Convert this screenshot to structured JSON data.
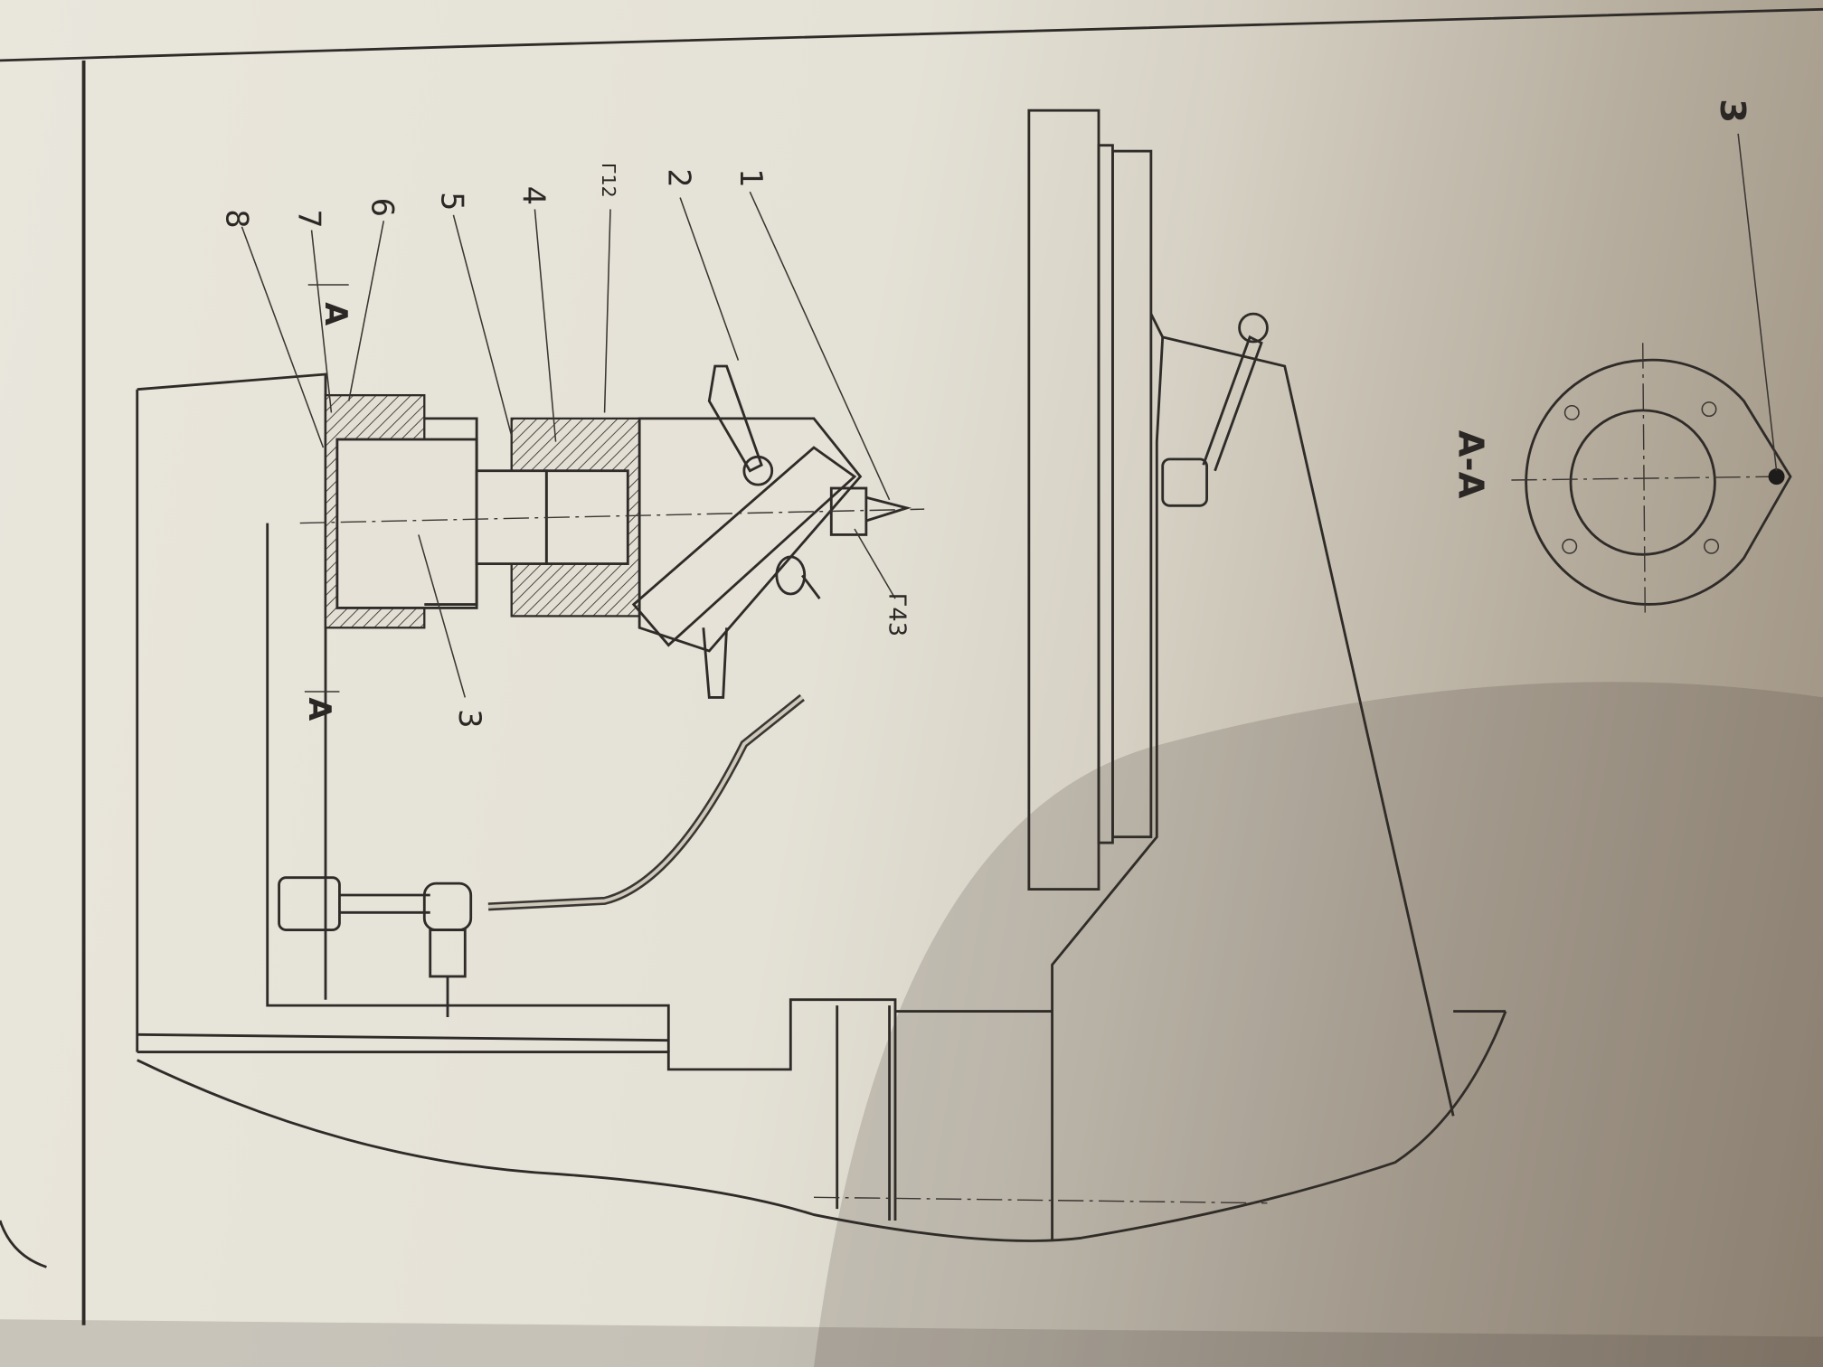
{
  "drawing": {
    "callouts": [
      "8",
      "7",
      "6",
      "5",
      "4",
      "Г12",
      "2",
      "1",
      "Г43",
      "3"
    ],
    "section_mark_top": "A",
    "section_mark_bottom": "A",
    "section_title": "A-A",
    "section_callout": "3"
  }
}
